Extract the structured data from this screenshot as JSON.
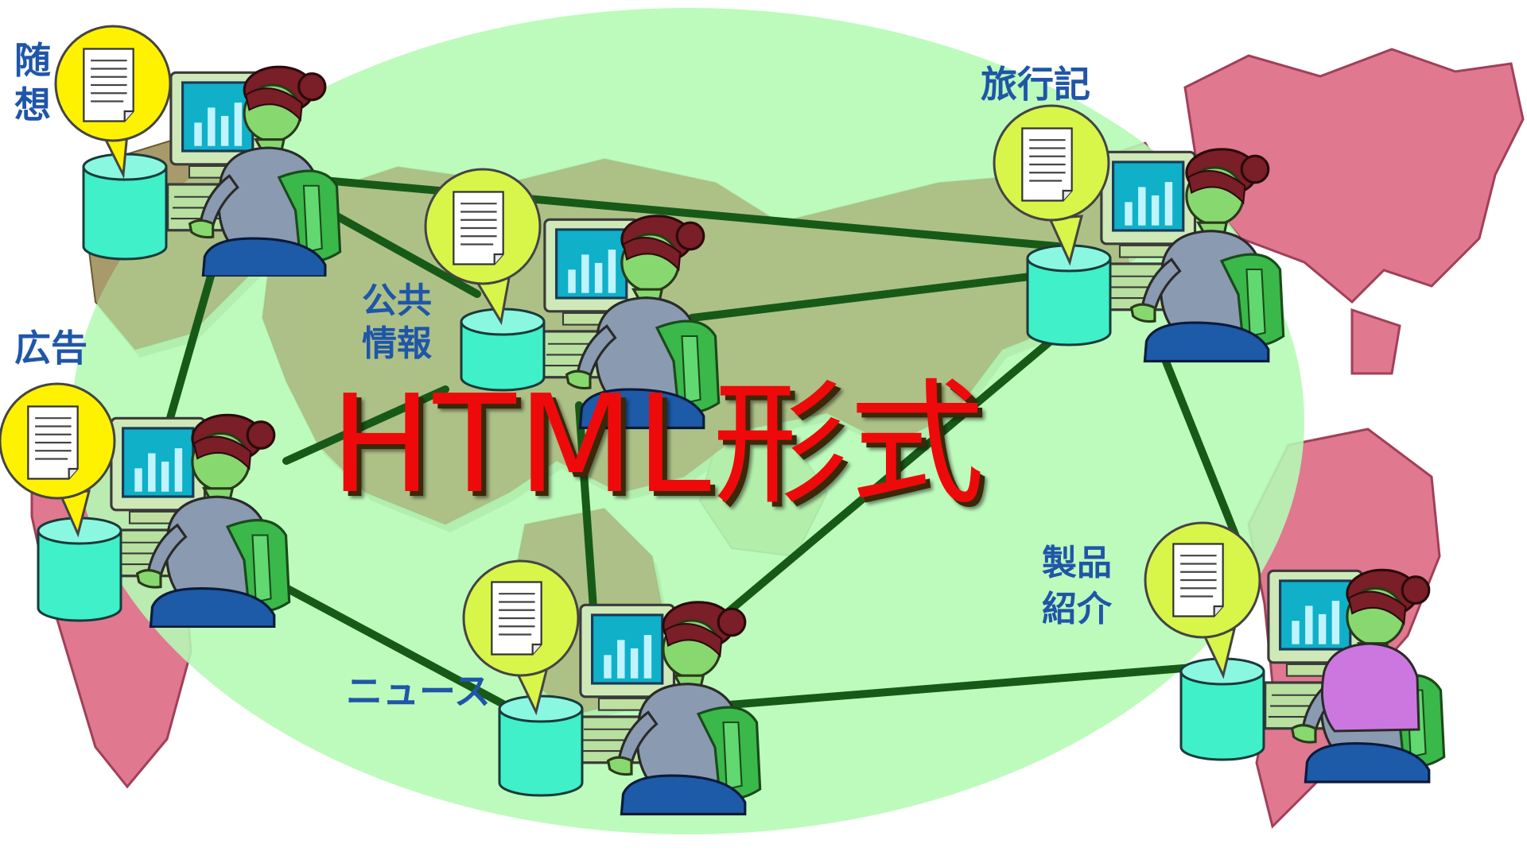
{
  "title": "HTML形式",
  "labels": {
    "zuisou": "随想",
    "koukoku": "広告",
    "koukyou": "公共情報",
    "ryokouki": "旅行記",
    "seihin": "製品紹介",
    "news": "ニュース"
  },
  "icons": {
    "document": "document-icon",
    "database": "database-icon",
    "computer": "computer-icon",
    "person": "person-icon"
  },
  "colors": {
    "ellipse": "#b4fab4",
    "land": "#a89a6a",
    "land_outside": "#e07890",
    "link": "#175a17",
    "label": "#1f56a8",
    "title": "#ee0a0a",
    "bubble": "#d8f54a",
    "bubble_yellow": "#fff200",
    "database": "#3ff0c8",
    "shirt_gray": "#8a9ab0",
    "shirt_purple": "#cc77e0",
    "chair": "#3ab84a",
    "hair": "#7a1e28"
  }
}
